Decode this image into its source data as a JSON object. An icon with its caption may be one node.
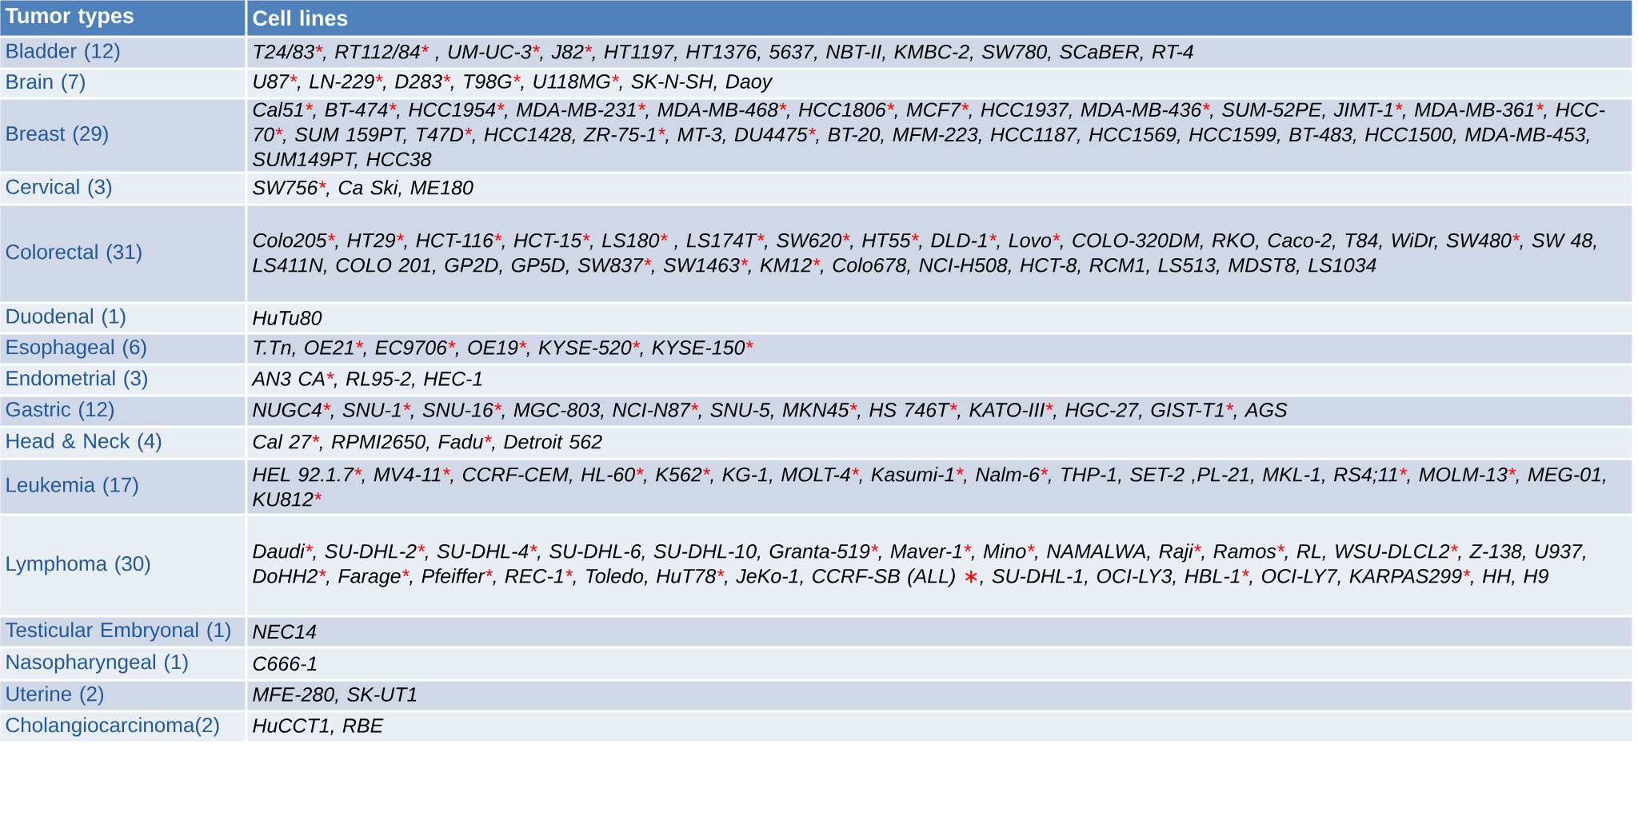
{
  "diagram": {
    "labels": [
      "Tumor types",
      "Cell lines",
      "Bladder (12)",
      "T24/83*, RT112/84* , UM-UC-3*, J82*, HT1197, HT1376, 5637, NBT-II, KMBC-2, SW780, SCaBER, RT-4",
      "Brain (7)",
      "U87*, LN-229*, D283*, T98G*, U118MG*, SK-N-SH, Daoy",
      "Breast (29)",
      "Cal51*, BT-474*, HCC1954*, MDA-MB-231*, MDA-MB-468*, HCC1806*, MCF7*, HCC1937, MDA-MB-436*, SUM-52PE, JIMT-1*, MDA-MB-361*, HCC-70*, SUM 159PT, T47D*, HCC1428, ZR-75-1*, MT-3, DU4475*, BT-20, MFM-223, HCC1187, HCC1569, HCC1599, BT-483, HCC1500, MDA-MB-453, SUM149PT, HCC38",
      "Cervical (3)",
      "SW756*, Ca Ski, ME180",
      "Colorectal (31)",
      "Colo205*, HT29*, HCT-116*, HCT-15*, LS180* , LS174T*, SW620*, HT55*, DLD-1*, Lovo*, COLO-320DM, RKO, Caco-2, T84, WiDr, SW480*, SW 48, LS411N, COLO 201, GP2D, GP5D, SW837*, SW1463*, KM12*, Colo678, NCI-H508, HCT-8, RCM1, LS513, MDST8, LS1034",
      "Duodenal (1)",
      "HuTu80",
      "Esophageal (6)",
      "T.Tn, OE21*, EC9706*, OE19*, KYSE-520*, KYSE-150*",
      "Endometrial (3)",
      "AN3 CA*, RL95-2, HEC-1",
      "Gastric (12)",
      "NUGC4*, SNU-1*, SNU-16*, MGC-803, NCI-N87*, SNU-5, MKN45*, HS 746T*, KATO-III*, HGC-27, GIST-T1*, AGS",
      "Head & Neck (4)",
      "Cal 27*, RPMI2650, Fadu*, Detroit 562",
      "Leukemia (17)",
      "HEL 92.1.7*, MV4-11*, CCRF-CEM, HL-60*, K562*, KG-1, MOLT-4*, Kasumi-1*, Nalm-6*, THP-1, SET-2 ,PL-21, MKL-1, RS4;11*, MOLM-13*, MEG-01, KU812*",
      "Lymphoma (30)",
      "Daudi*, SU-DHL-2*, SU-DHL-4*, SU-DHL-6, SU-DHL-10, Granta-519*, Maver-1*, Mino*, NAMALWA, Raji*, Ramos*, RL, WSU-DLCL2*, Z-138, U937, DoHH2*, Farage*, Pfeiffer*, REC-1*, Toledo, HuT78*, JeKo-1, CCRF-SB (ALL) ∗, SU-DHL-1, OCI-LY3, HBL-1*, OCI-LY7, KARPAS299*, HH, H9",
      "Testicular Embryonal (1)",
      "NEC14",
      "Nasopharyngeal (1)",
      "C666-1",
      "Uterine (2)",
      "MFE-280, SK-UT1",
      "Cholangiocarcinoma(2)",
      "HuCCT1, RBE"
    ]
  }
}
